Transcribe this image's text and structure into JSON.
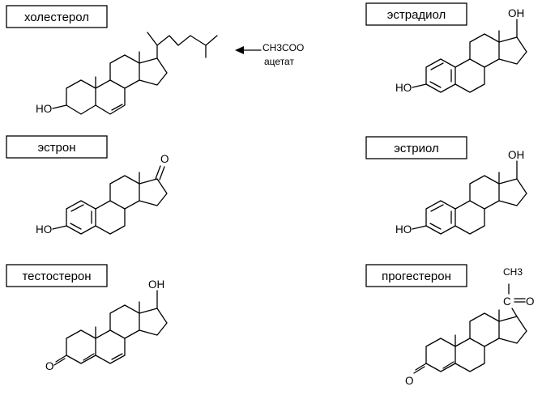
{
  "compounds": [
    {
      "name": "холестерол",
      "substituents": [
        "HO"
      ]
    },
    {
      "name": "эстрадиол",
      "substituents": [
        "HO",
        "OH"
      ]
    },
    {
      "name": "эстрон",
      "substituents": [
        "HO",
        "O"
      ]
    },
    {
      "name": "эстриол",
      "substituents": [
        "HO",
        "OH"
      ]
    },
    {
      "name": "тестостерон",
      "substituents": [
        "O",
        "OH"
      ]
    },
    {
      "name": "прогестерон",
      "substituents": [
        "O",
        "CH3",
        "C",
        "O"
      ]
    }
  ],
  "precursor": {
    "formula": "CH3COO",
    "label": "ацетат"
  }
}
